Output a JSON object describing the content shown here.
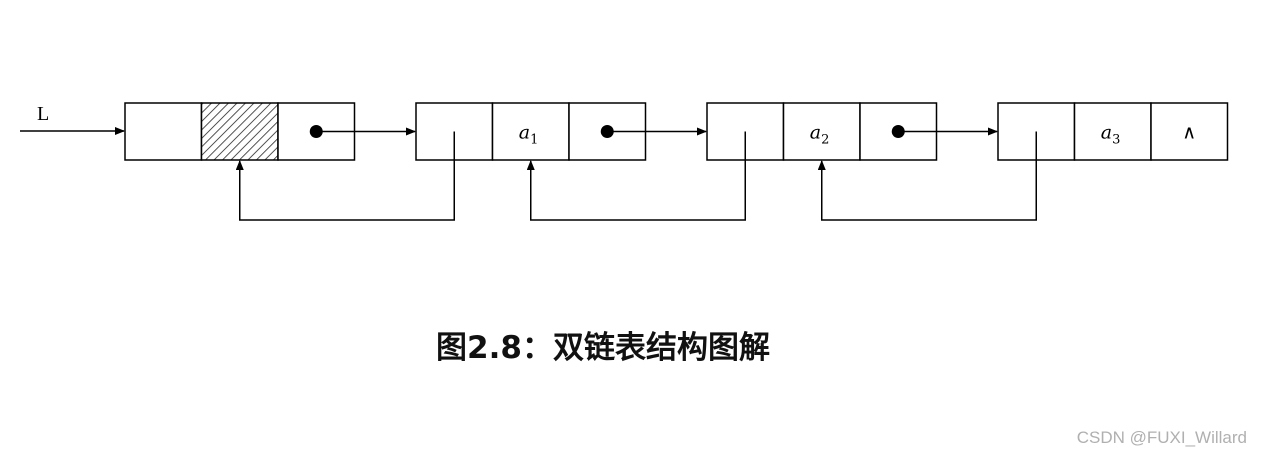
{
  "diagram": {
    "head_label": "L",
    "nodes": [
      {
        "data": "",
        "subscript": "",
        "next": "pointer",
        "header": true
      },
      {
        "data": "a",
        "subscript": "1",
        "next": "pointer",
        "header": false
      },
      {
        "data": "a",
        "subscript": "2",
        "next": "pointer",
        "header": false
      },
      {
        "data": "a",
        "subscript": "3",
        "next": "∧",
        "header": false
      }
    ]
  },
  "caption": "图2.8：双链表结构图解",
  "watermark": "CSDN @FUXI_Willard"
}
